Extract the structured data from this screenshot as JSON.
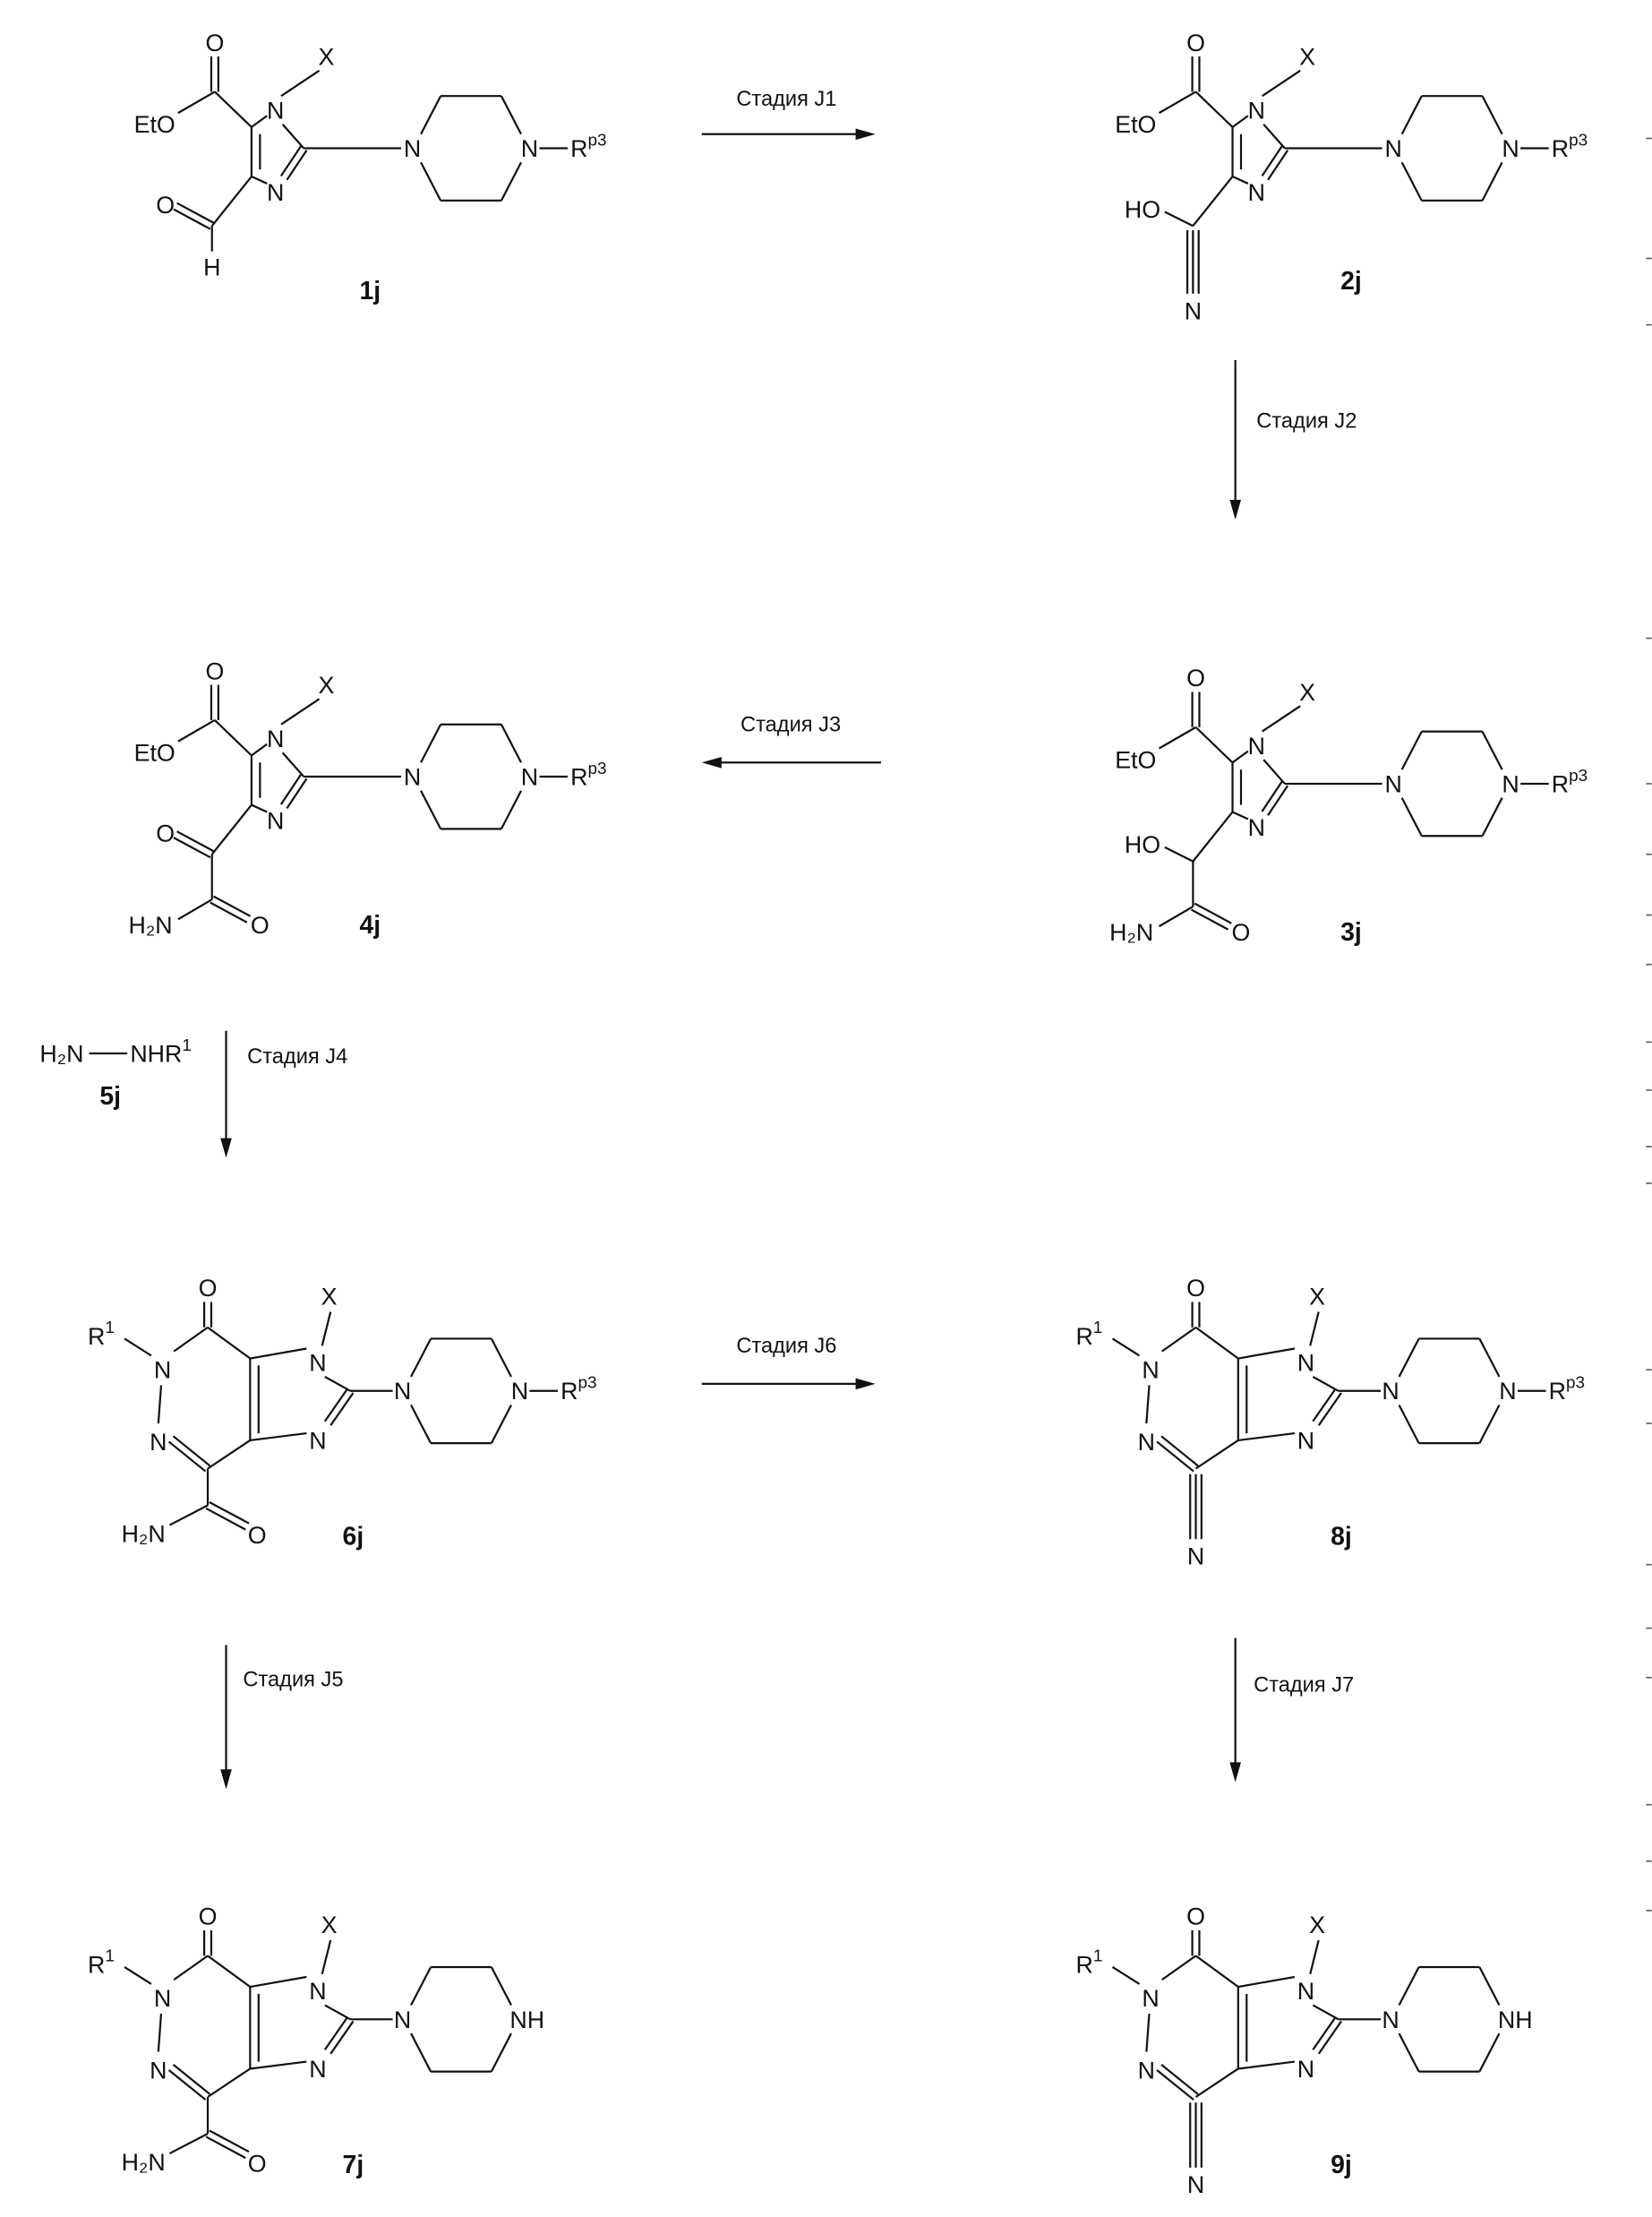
{
  "atoms": {
    "eto": "EtO",
    "o": "O",
    "n": "N",
    "x": "X",
    "h": "H",
    "ho": "HO",
    "nh": "NH",
    "h2n": "H₂N",
    "r": "R",
    "rp3_sup": "p3",
    "r1_sup": "1"
  },
  "compounds": [
    {
      "id": "1j",
      "label": "1j"
    },
    {
      "id": "2j",
      "label": "2j"
    },
    {
      "id": "3j",
      "label": "3j"
    },
    {
      "id": "4j",
      "label": "4j"
    },
    {
      "id": "6j",
      "label": "6j"
    },
    {
      "id": "7j",
      "label": "7j"
    },
    {
      "id": "8j",
      "label": "8j"
    },
    {
      "id": "9j",
      "label": "9j"
    }
  ],
  "reagent": {
    "formula_left": "H₂N",
    "formula_right": "NHR",
    "sup": "1",
    "label": "5j"
  },
  "steps": [
    {
      "id": "J1",
      "label": "Стадия J1"
    },
    {
      "id": "J2",
      "label": "Стадия J2"
    },
    {
      "id": "J3",
      "label": "Стадия  J3"
    },
    {
      "id": "J4",
      "label": "Стадия J4"
    },
    {
      "id": "J5",
      "label": "Стадия J5"
    },
    {
      "id": "J6",
      "label": "Стадия J6"
    },
    {
      "id": "J7",
      "label": "Стадия J7"
    }
  ]
}
